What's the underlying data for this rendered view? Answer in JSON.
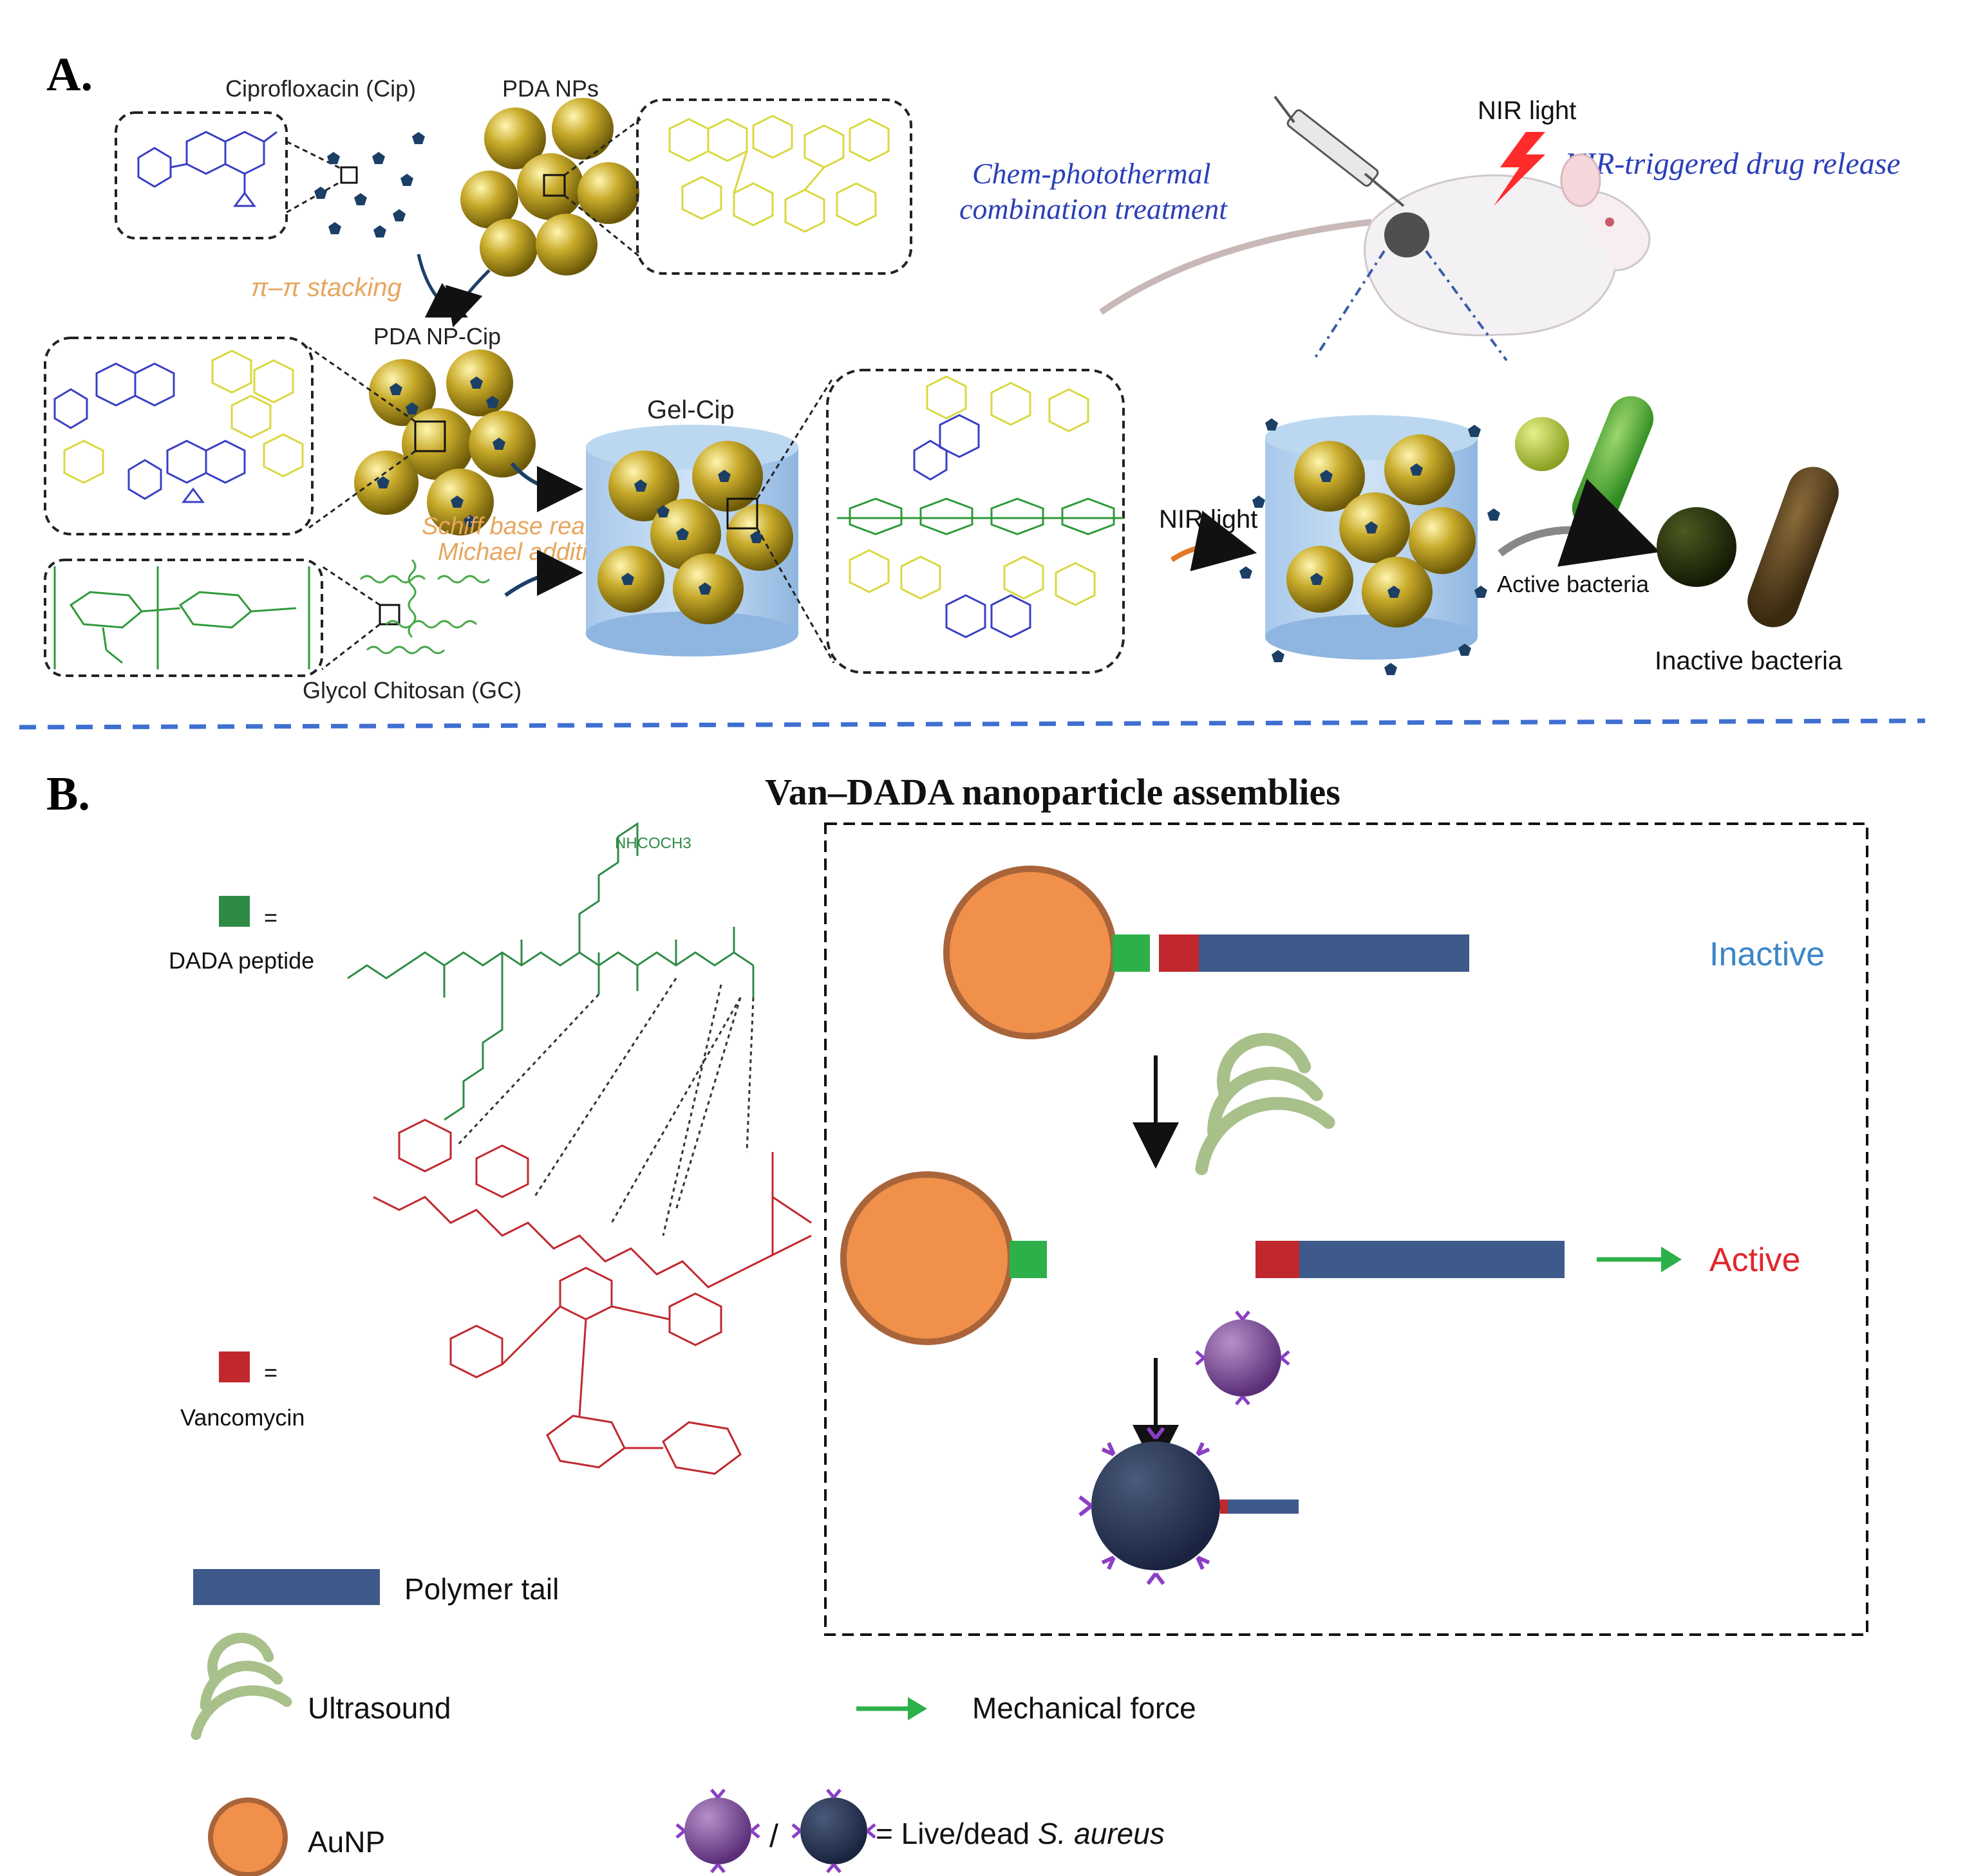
{
  "panel_a": {
    "letter": "A.",
    "cip_label": "Ciprofloxacin (Cip)",
    "pda_label": "PDA NPs",
    "stacking_label": "π–π stacking",
    "pda_cip_label": "PDA NP-Cip",
    "gel_cip_label": "Gel-Cip",
    "schiff_label": "Schiff base reaction",
    "michael_label": "Michael addition",
    "gc_label": "Glycol Chitosan (GC)",
    "chem_line1": "Chem-photothermal",
    "chem_line2": "combination treatment",
    "nir_mouse_label": "NIR light",
    "nir_release_label": "NIR-triggered drug release",
    "nir_gel_label": "NIR light",
    "active_bacteria_label": "Active bacteria",
    "inactive_bacteria_label": "Inactive bacteria"
  },
  "panel_b": {
    "letter": "B.",
    "title": "Van–DADA nanoparticle assemblies",
    "dada_legend_eq": "=",
    "dada_legend": "DADA peptide",
    "van_legend_eq": "=",
    "van_legend": "Vancomycin",
    "nhcoch3": "NHCOCH3",
    "inactive": "Inactive",
    "active": "Active",
    "polymer_tail": "Polymer tail",
    "ultrasound": "Ultrasound",
    "mechanical_force": "Mechanical force",
    "aunp": "AuNP",
    "live_dead_slash": "/",
    "live_dead_prefix": "= Live/dead ",
    "live_dead_species": "S. aureus"
  },
  "colors": {
    "gold": "#b59a1a",
    "green_peptide": "#2e8b46",
    "red_vancomycin": "#c0282e",
    "blue_polymer": "#3e5a8a",
    "orange_aunp": "#f0904a",
    "divider": "#3f6fd1",
    "inactive_text": "#3a86c8",
    "active_text": "#e0262b",
    "arrow_green": "#2cb04a",
    "italic_blue": "#2a3fb8"
  }
}
